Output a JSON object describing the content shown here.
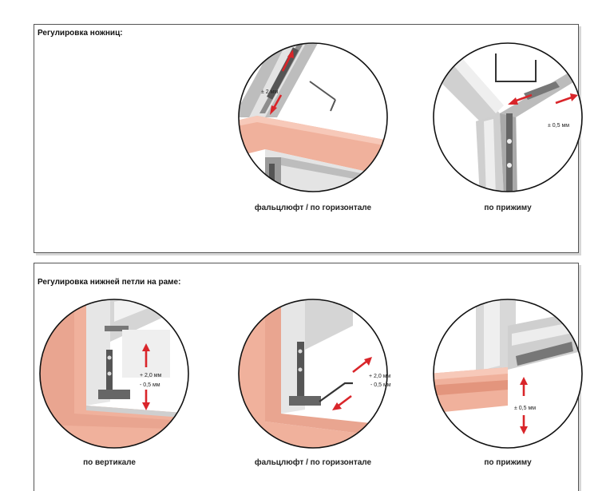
{
  "section1": {
    "title": "Регулировка ножниц:",
    "items": [
      {
        "caption": "фальцлюфт / по горизонтале",
        "dims": [
          "± 2 мм"
        ]
      },
      {
        "caption": "по прижиму",
        "dims": [
          "± 0,5 мм"
        ]
      }
    ]
  },
  "section2": {
    "title": "Регулировка нижней петли на раме:",
    "items": [
      {
        "caption": "по вертикале",
        "dims": [
          "+ 2,0 мм",
          "- 0,5 мм"
        ]
      },
      {
        "caption": "фальцлюфт / по горизонтале",
        "dims": [
          "+ 2,0 мм",
          "- 0,5 мм"
        ]
      },
      {
        "caption": "по прижиму",
        "dims": [
          "± 0,5 мм"
        ]
      }
    ]
  },
  "colors": {
    "arrow": "#d9252a",
    "frame_pink": "#f0b19c",
    "frame_pink_dark": "#d98e78",
    "metal": "#c9c9c9"
  }
}
